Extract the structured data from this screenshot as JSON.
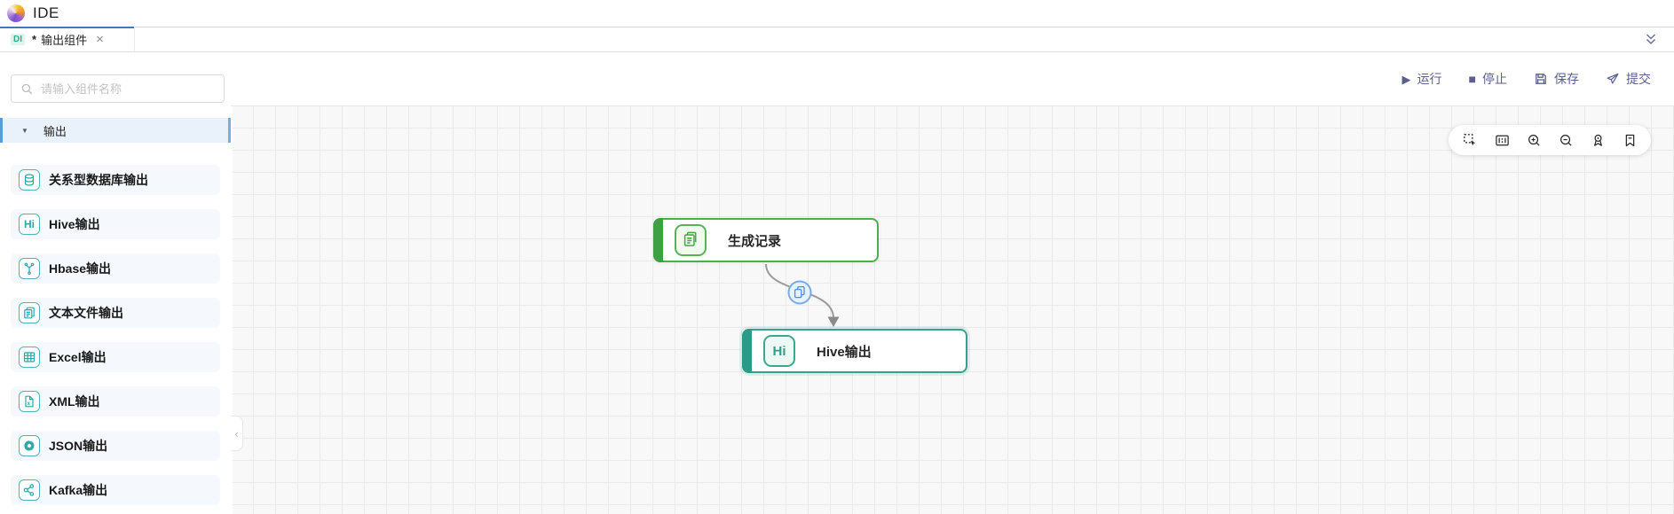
{
  "header": {
    "app_title": "IDE"
  },
  "tab_bar": {
    "active_tab": {
      "badge": "DI",
      "dirty_marker": "*",
      "label": "输出组件",
      "close_glyph": "×"
    }
  },
  "sidebar": {
    "search": {
      "placeholder": "请输入组件名称"
    },
    "section_header": {
      "label": "输出",
      "caret_glyph": "▼",
      "expanded": true
    },
    "items": [
      {
        "label": "关系型数据库输出",
        "icon": "relational-database-icon"
      },
      {
        "label": "Hive输出",
        "icon": "hive-icon",
        "monogram": "Hi"
      },
      {
        "label": "Hbase输出",
        "icon": "hbase-icon"
      },
      {
        "label": "文本文件输出",
        "icon": "text-file-icon"
      },
      {
        "label": "Excel输出",
        "icon": "excel-table-icon"
      },
      {
        "label": "XML输出",
        "icon": "xml-file-icon"
      },
      {
        "label": "JSON输出",
        "icon": "json-icon"
      },
      {
        "label": "Kafka输出",
        "icon": "kafka-icon"
      }
    ],
    "collapse_glyph": "‹"
  },
  "action_bar": {
    "buttons": [
      {
        "label": "运行",
        "icon": "play-icon",
        "glyph": "▶"
      },
      {
        "label": "停止",
        "icon": "stop-icon",
        "glyph": "■"
      },
      {
        "label": "保存",
        "icon": "save-icon"
      },
      {
        "label": "提交",
        "icon": "submit-icon"
      }
    ]
  },
  "canvas": {
    "tools": [
      "marquee-select",
      "minimap",
      "zoom-in",
      "zoom-out",
      "locate",
      "bookmark"
    ],
    "nodes": [
      {
        "label": "生成记录",
        "icon": "generate-records-icon"
      },
      {
        "label": "Hive输出",
        "icon": "hive-icon",
        "monogram": "Hi"
      }
    ],
    "edge": {
      "from": "生成记录",
      "to": "Hive输出",
      "badge_icon": "copy-icon"
    }
  },
  "colors": {
    "tab-indicator": "#4a78ad",
    "badge-teal": "#2fae8e",
    "item-icon-teal": "#2ba7a7",
    "section-blue": "#5b9bd5",
    "action-text": "#5b5f90",
    "node-green": "#4cae4f",
    "node-green-accent": "#3f9f43",
    "node-teal": "#35a28e",
    "node-teal-accent": "#2c9a86",
    "edge-gray": "#9b9b9b",
    "edge-badge-blue": "#4a90e2"
  }
}
